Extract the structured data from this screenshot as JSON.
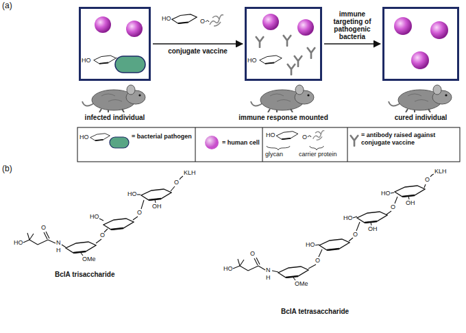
{
  "diagram": {
    "nodes": [
      {
        "text": [
          "infected individual"
        ]
      },
      {
        "text": [
          "immune response mounted"
        ]
      },
      {
        "text": [
          "cured individual"
        ]
      }
    ],
    "edges": [
      {
        "from": 0,
        "to": 1,
        "arrow": "to",
        "label": "conjugate vaccine"
      },
      {
        "from": 1,
        "to": 2,
        "arrow": "to",
        "label": "immune targeting of pathogenic bacteria"
      }
    ],
    "labels": [
      "(a)",
      "HO",
      "HO",
      "O",
      "HO",
      "HO",
      "HO",
      "O",
      "glycan",
      "carrier protein",
      "(b)",
      "KLH",
      "O",
      "HO",
      "OH",
      "O",
      "HO",
      "O",
      "OMe",
      "O",
      "HO",
      "N",
      "H",
      "BclA trisaccharide",
      "KLH",
      "O",
      "HO",
      "OH",
      "O",
      "HO",
      "OH",
      "O",
      "HO",
      "O",
      "OMe",
      "O",
      "HO",
      "N",
      "H",
      "BclA tetrasaccharide"
    ],
    "legend": [
      {
        "text": "= bacterial pathogen"
      },
      {
        "text": "= human cell",
        "color": "#c84fcc"
      },
      {
        "text": "= antibody raised against conjugate vaccine"
      }
    ]
  }
}
